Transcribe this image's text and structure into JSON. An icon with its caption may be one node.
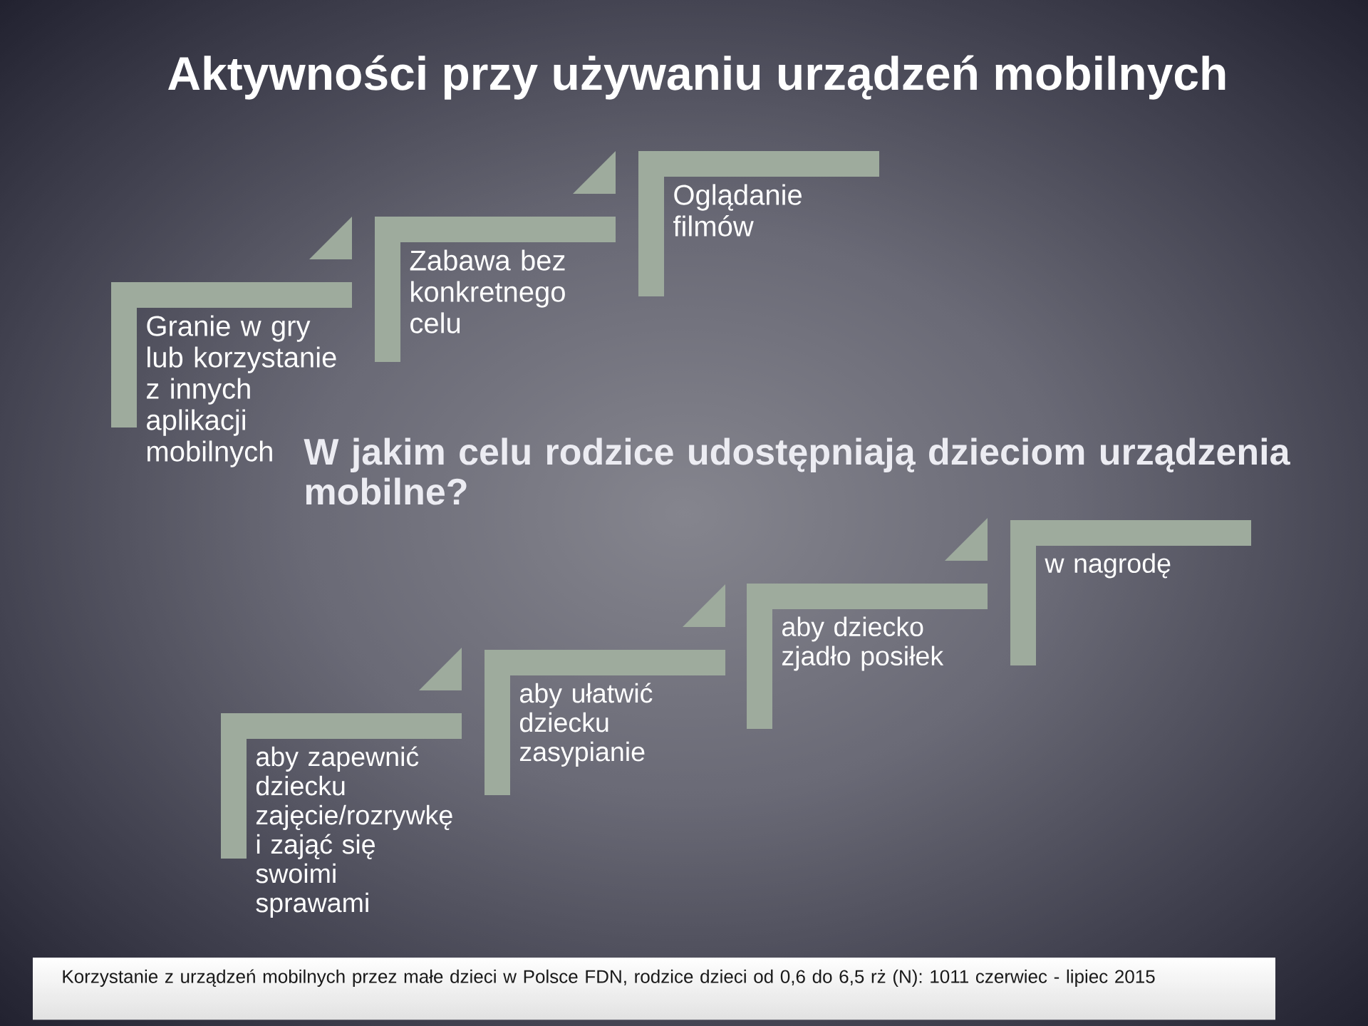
{
  "diagram": {
    "title": "Aktywności przy używaniu urządzeń mobilnych",
    "nodes": [
      {
        "text": [
          "Granie w gry lub korzystanie z innych aplikacji mobilnych"
        ]
      },
      {
        "text": [
          "Zabawa bez konkretnego celu"
        ]
      },
      {
        "text": [
          "Oglądanie filmów"
        ]
      },
      {
        "text": [
          "aby zapewnić dziecku zajęcie/rozrywkę i zająć się swoimi sprawami"
        ]
      },
      {
        "text": [
          "aby ułatwić dziecku zasypianie"
        ]
      },
      {
        "text": [
          "aby dziecko zjadło posiłek"
        ]
      },
      {
        "text": [
          "w nagrodę"
        ]
      }
    ],
    "labels": [
      "W jakim celu rodzice udostępniają dzieciom urządzenia mobilne?"
    ],
    "caption": "Korzystanie z urządzeń mobilnych przez małe dzieci w Polsce FDN, rodzice dzieci od 0,6 do 6,5 rż (N): 1011 czerwiec - lipiec 2015"
  }
}
